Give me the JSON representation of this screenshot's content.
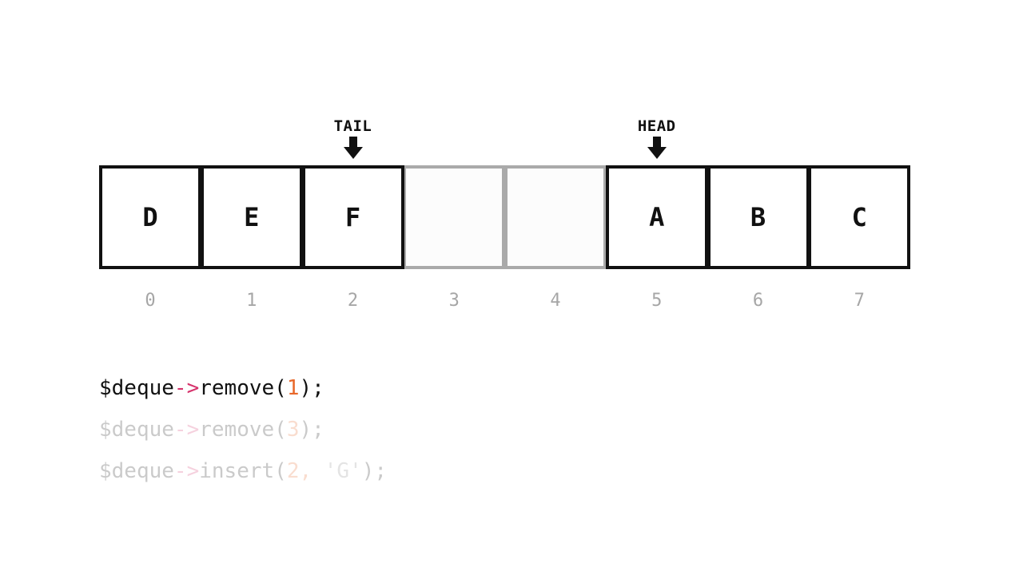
{
  "pointers": {
    "tail": {
      "label": "TAIL",
      "index": 2
    },
    "head": {
      "label": "HEAD",
      "index": 5
    }
  },
  "cells": [
    {
      "index": "0",
      "value": "D",
      "occupied": true
    },
    {
      "index": "1",
      "value": "E",
      "occupied": true
    },
    {
      "index": "2",
      "value": "F",
      "occupied": true
    },
    {
      "index": "3",
      "value": "",
      "occupied": false
    },
    {
      "index": "4",
      "value": "",
      "occupied": false
    },
    {
      "index": "5",
      "value": "A",
      "occupied": true
    },
    {
      "index": "6",
      "value": "B",
      "occupied": true
    },
    {
      "index": "7",
      "value": "C",
      "occupied": true
    }
  ],
  "code": [
    {
      "active": true,
      "var": "$deque",
      "op": "->",
      "fn": "remove",
      "open": "(",
      "num": "1",
      "sep": "",
      "str": "",
      "close": ");"
    },
    {
      "active": false,
      "var": "$deque",
      "op": "->",
      "fn": "remove",
      "open": "(",
      "num": "3",
      "sep": "",
      "str": "",
      "close": ");"
    },
    {
      "active": false,
      "var": "$deque",
      "op": "->",
      "fn": "insert",
      "open": "(",
      "num": "2",
      "sep": ", ",
      "str": "'G'",
      "close": ");"
    }
  ],
  "colors": {
    "border": "#111111",
    "empty_border": "#aaaaaa",
    "index_text": "#a6a6a6",
    "operator": "#d6336c",
    "number": "#e8682a"
  },
  "icons": {
    "pointer_arrow": "arrow-down-icon"
  }
}
